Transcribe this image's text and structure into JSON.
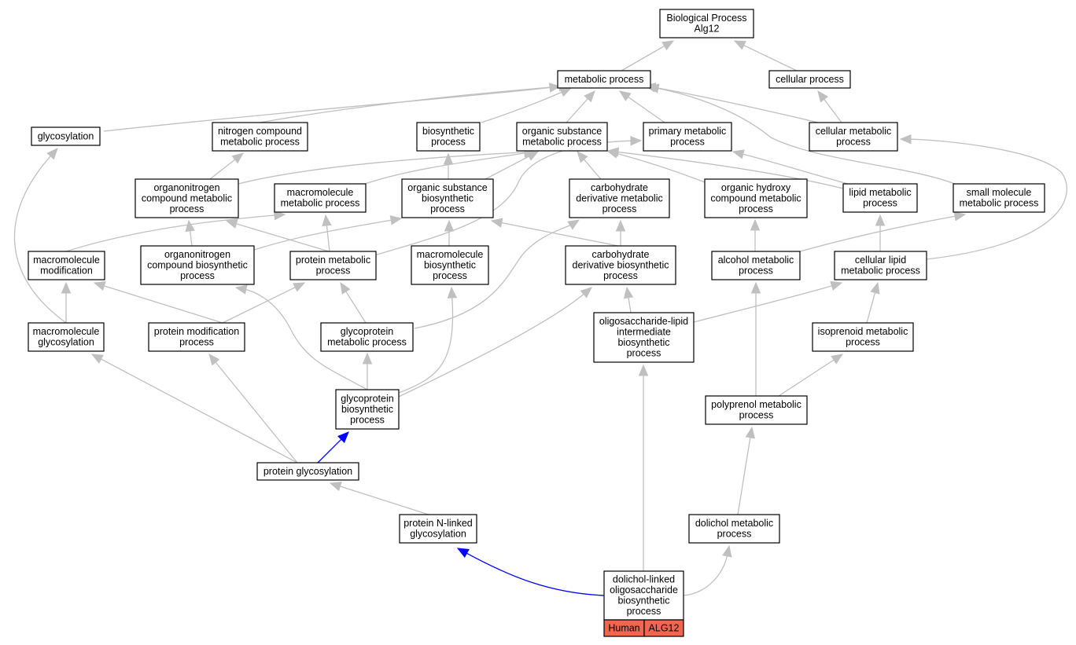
{
  "colors": {
    "edge": "#c0c0c0",
    "highlight_edge": "#0000ff",
    "tag_fill": "#f26650",
    "node_border": "#000000",
    "node_fill": "#ffffff"
  },
  "graph": {
    "nodes": [
      {
        "id": "bp_alg12",
        "lines": [
          "Biological Process",
          "Alg12"
        ]
      },
      {
        "id": "metabolic_process",
        "lines": [
          "metabolic process"
        ]
      },
      {
        "id": "cellular_process",
        "lines": [
          "cellular process"
        ]
      },
      {
        "id": "glycosylation",
        "lines": [
          "glycosylation"
        ]
      },
      {
        "id": "nitrogen_compound_metabolic_process",
        "lines": [
          "nitrogen compound",
          "metabolic process"
        ]
      },
      {
        "id": "biosynthetic_process",
        "lines": [
          "biosynthetic",
          "process"
        ]
      },
      {
        "id": "organic_substance_metabolic_process",
        "lines": [
          "organic substance",
          "metabolic process"
        ]
      },
      {
        "id": "primary_metabolic_process",
        "lines": [
          "primary metabolic",
          "process"
        ]
      },
      {
        "id": "cellular_metabolic_process",
        "lines": [
          "cellular metabolic",
          "process"
        ]
      },
      {
        "id": "organonitrogen_compound_metabolic_process",
        "lines": [
          "organonitrogen",
          "compound metabolic",
          "process"
        ]
      },
      {
        "id": "macromolecule_metabolic_process",
        "lines": [
          "macromolecule",
          "metabolic process"
        ]
      },
      {
        "id": "organic_substance_biosynthetic_process",
        "lines": [
          "organic substance",
          "biosynthetic",
          "process"
        ]
      },
      {
        "id": "carbohydrate_derivative_metabolic_process",
        "lines": [
          "carbohydrate",
          "derivative metabolic",
          "process"
        ]
      },
      {
        "id": "organic_hydroxy_compound_metabolic_process",
        "lines": [
          "organic hydroxy",
          "compound metabolic",
          "process"
        ]
      },
      {
        "id": "lipid_metabolic_process",
        "lines": [
          "lipid metabolic",
          "process"
        ]
      },
      {
        "id": "small_molecule_metabolic_process",
        "lines": [
          "small molecule",
          "metabolic process"
        ]
      },
      {
        "id": "macromolecule_modification",
        "lines": [
          "macromolecule",
          "modification"
        ]
      },
      {
        "id": "organonitrogen_compound_biosynthetic_process",
        "lines": [
          "organonitrogen",
          "compound biosynthetic",
          "process"
        ]
      },
      {
        "id": "protein_metabolic_process",
        "lines": [
          "protein metabolic",
          "process"
        ]
      },
      {
        "id": "macromolecule_biosynthetic_process",
        "lines": [
          "macromolecule",
          "biosynthetic",
          "process"
        ]
      },
      {
        "id": "carbohydrate_derivative_biosynthetic_process",
        "lines": [
          "carbohydrate",
          "derivative biosynthetic",
          "process"
        ]
      },
      {
        "id": "alcohol_metabolic_process",
        "lines": [
          "alcohol metabolic",
          "process"
        ]
      },
      {
        "id": "cellular_lipid_metabolic_process",
        "lines": [
          "cellular lipid",
          "metabolic process"
        ]
      },
      {
        "id": "macromolecule_glycosylation",
        "lines": [
          "macromolecule",
          "glycosylation"
        ]
      },
      {
        "id": "protein_modification_process",
        "lines": [
          "protein modification",
          "process"
        ]
      },
      {
        "id": "glycoprotein_metabolic_process",
        "lines": [
          "glycoprotein",
          "metabolic process"
        ]
      },
      {
        "id": "oligosaccharide_lipid_intermediate_biosynthetic_process",
        "lines": [
          "oligosaccharide-lipid",
          "intermediate",
          "biosynthetic",
          "process"
        ]
      },
      {
        "id": "isoprenoid_metabolic_process",
        "lines": [
          "isoprenoid metabolic",
          "process"
        ]
      },
      {
        "id": "glycoprotein_biosynthetic_process",
        "lines": [
          "glycoprotein",
          "biosynthetic",
          "process"
        ]
      },
      {
        "id": "polyprenol_metabolic_process",
        "lines": [
          "polyprenol metabolic",
          "process"
        ]
      },
      {
        "id": "protein_glycosylation",
        "lines": [
          "protein glycosylation"
        ]
      },
      {
        "id": "protein_n_linked_glycosylation",
        "lines": [
          "protein N-linked",
          "glycosylation"
        ]
      },
      {
        "id": "dolichol_metabolic_process",
        "lines": [
          "dolichol metabolic",
          "process"
        ]
      },
      {
        "id": "dolichol_linked_oligosaccharide_biosynthetic_process",
        "lines": [
          "dolichol-linked",
          "oligosaccharide",
          "biosynthetic",
          "process"
        ]
      }
    ],
    "tags": [
      {
        "id": "tag_human",
        "text": "Human"
      },
      {
        "id": "tag_alg12",
        "text": "ALG12"
      }
    ]
  }
}
